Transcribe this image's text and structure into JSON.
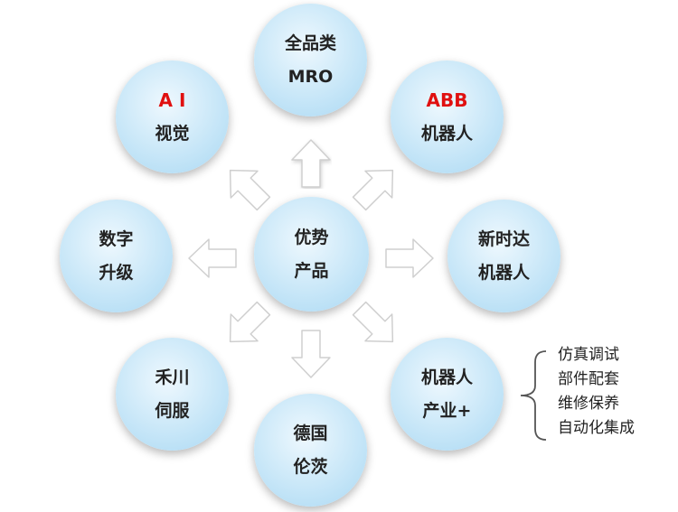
{
  "center": {
    "line1": "优势",
    "line2": "产品"
  },
  "nodes": {
    "top": {
      "line1": "全品类",
      "line2": "MRO"
    },
    "top_right": {
      "line1": "ABB",
      "line2": "机器人"
    },
    "right": {
      "line1": "新时达",
      "line2": "机器人"
    },
    "bottom_right": {
      "line1": "机器人",
      "line2": "产业+"
    },
    "bottom": {
      "line1": "德国",
      "line2": "伦茨"
    },
    "bottom_left": {
      "line1": "禾川",
      "line2": "伺服"
    },
    "left": {
      "line1": "数字",
      "line2": "升级"
    },
    "top_left": {
      "line1": "A I",
      "line2": "视觉"
    }
  },
  "robot_services": [
    "仿真调试",
    "部件配套",
    "维修保养",
    "自动化集成"
  ],
  "colors": {
    "circle_light": "#eef8fe",
    "circle_dark": "#a9d8f3",
    "highlight_text": "#e01010",
    "arrow_fill": "#ffffff",
    "arrow_stroke": "#cfcfcf"
  }
}
